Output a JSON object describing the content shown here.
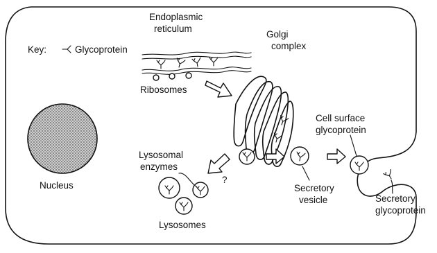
{
  "labels": {
    "key_prefix": "Key:",
    "key_item": "Glycoprotein",
    "er_line1": "Endoplasmic",
    "er_line2": "reticulum",
    "golgi_line1": "Golgi",
    "golgi_line2": "complex",
    "ribosomes": "Ribosomes",
    "nucleus": "Nucleus",
    "lyso_enz_line1": "Lysosomal",
    "lyso_enz_line2": "enzymes",
    "question_mark": "?",
    "lysosomes": "Lysosomes",
    "cell_surface_line1": "Cell surface",
    "cell_surface_line2": "glycoprotein",
    "secretory_vesicle_line1": "Secretory",
    "secretory_vesicle_line2": "vesicle",
    "secretory_gp_line1": "Secretory",
    "secretory_gp_line2": "glycoprotein"
  },
  "colors": {
    "ink": "#111111",
    "background": "#ffffff",
    "nucleus_fill": "#bdbdbd"
  }
}
